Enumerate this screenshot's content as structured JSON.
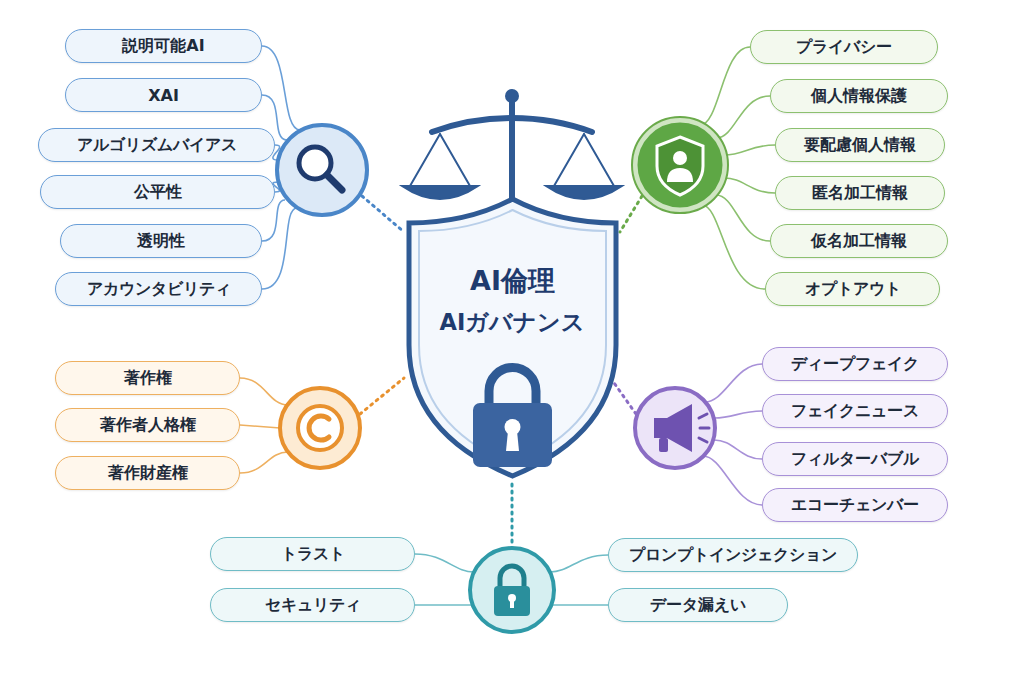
{
  "diagram": {
    "nodes": [
      {
        "text": [
          "AI倫理",
          "AIガバナンス"
        ]
      },
      {
        "text": [
          "説明可能AI"
        ]
      },
      {
        "text": [
          "XAI"
        ]
      },
      {
        "text": [
          "アルゴリズムバイアス"
        ]
      },
      {
        "text": [
          "公平性"
        ]
      },
      {
        "text": [
          "透明性"
        ]
      },
      {
        "text": [
          "アカウンタビリティ"
        ]
      },
      {
        "text": [
          "プライバシー"
        ]
      },
      {
        "text": [
          "個人情報保護"
        ]
      },
      {
        "text": [
          "要配慮個人情報"
        ]
      },
      {
        "text": [
          "匿名加工情報"
        ]
      },
      {
        "text": [
          "仮名加工情報"
        ]
      },
      {
        "text": [
          "オプトアウト"
        ]
      },
      {
        "text": [
          "著作権"
        ]
      },
      {
        "text": [
          "著作者人格権"
        ]
      },
      {
        "text": [
          "著作財産権"
        ]
      },
      {
        "text": [
          "ディープフェイク"
        ]
      },
      {
        "text": [
          "フェイクニュース"
        ]
      },
      {
        "text": [
          "フィルターバブル"
        ]
      },
      {
        "text": [
          "エコーチェンバー"
        ]
      },
      {
        "text": [
          "トラスト"
        ]
      },
      {
        "text": [
          "セキュリティ"
        ]
      },
      {
        "text": [
          "プロンプトインジェクション"
        ]
      },
      {
        "text": [
          "データ漏えい"
        ]
      }
    ]
  }
}
